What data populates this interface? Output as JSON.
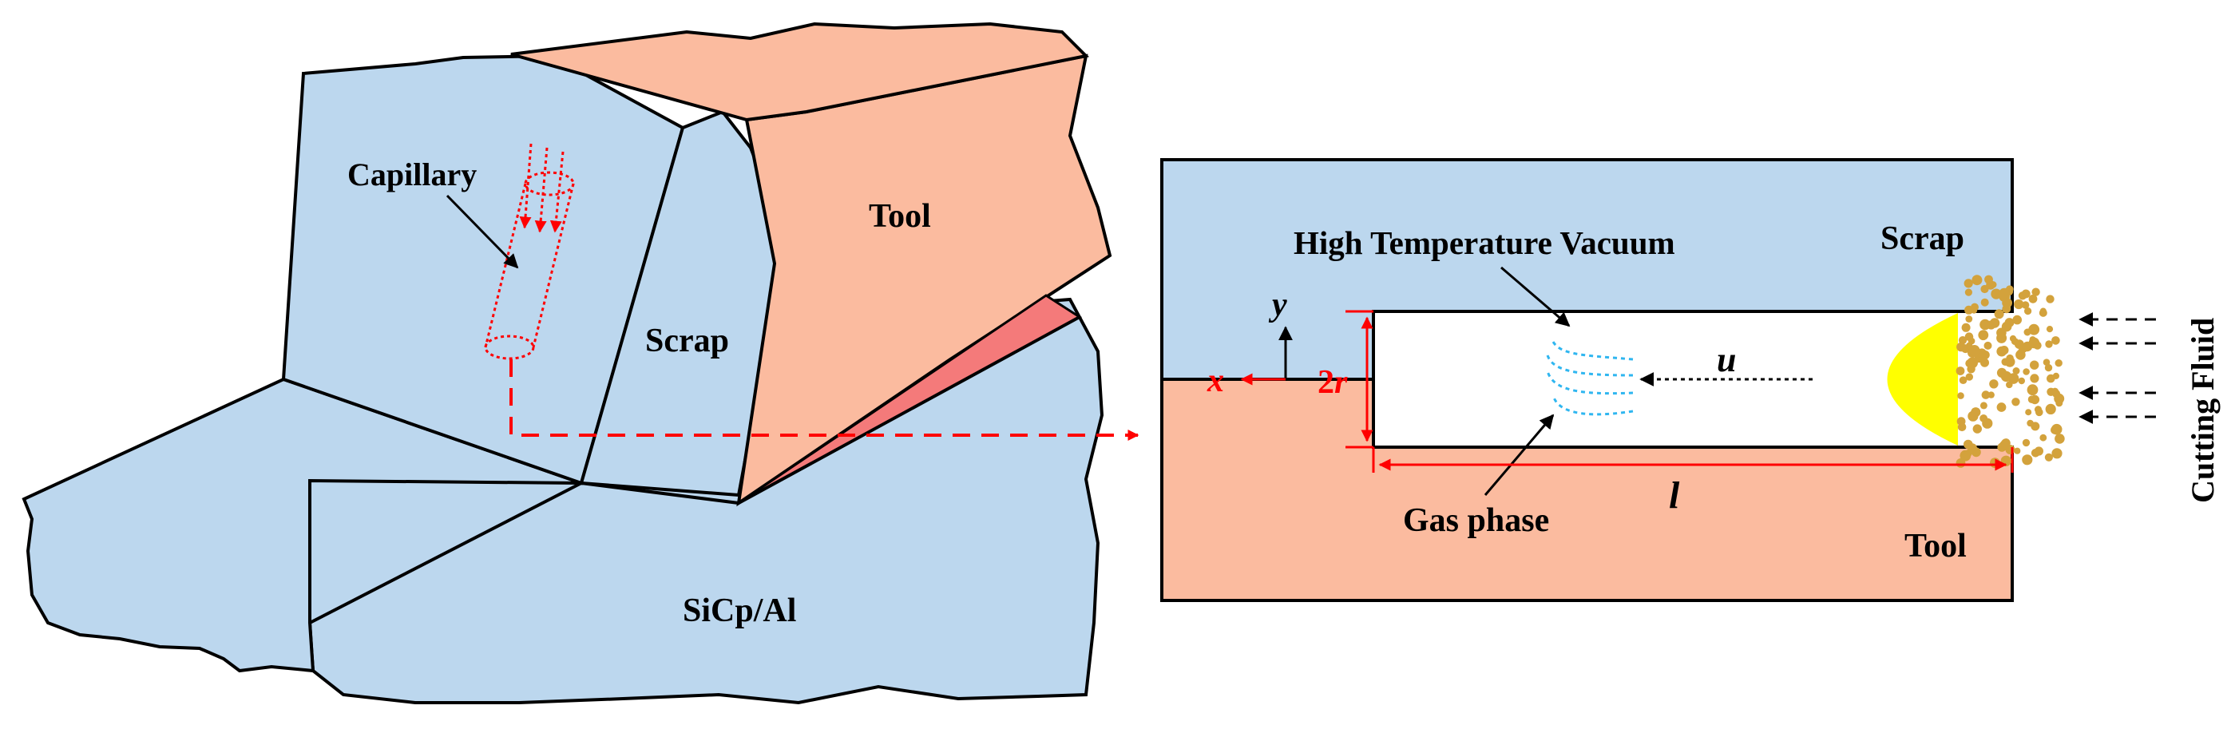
{
  "labels": {
    "capillary": "Capillary",
    "tool_left": "Tool",
    "scrap_left": "Scrap",
    "workpiece": "SiCp/Al",
    "hot_vacuum": "High Temperature Vacuum",
    "scrap_right": "Scrap",
    "tool_right": "Tool",
    "gas_phase": "Gas phase",
    "cutting_fluid": "Cutting Fluid",
    "axis_x": "x",
    "axis_y": "y",
    "radius_prefix": "2",
    "radius_sym": "r",
    "length_sym": "l",
    "velocity_sym": "u"
  },
  "colors": {
    "workpiece": "#bcd7ee",
    "scrap": "#bcd7ee",
    "tool": "#fbbb9f",
    "rake_gap": "#f47a7a",
    "red_annotation": "#ff0000",
    "meniscus": "#ffff00",
    "fluid_droplets": "#d3a23c",
    "gas_streamlines": "#2fb6f0",
    "outline": "#000000"
  }
}
